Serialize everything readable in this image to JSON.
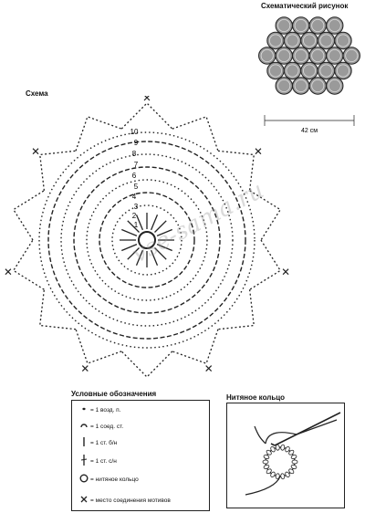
{
  "schematic": {
    "title": "Схематический рисунок",
    "width_label": "42 см"
  },
  "schema": {
    "title": "Схема",
    "row_numbers": [
      "1",
      "2",
      "3",
      "4",
      "5",
      "6",
      "7",
      "8",
      "9",
      "10"
    ]
  },
  "legend": {
    "title": "Условные обозначения",
    "items": [
      {
        "icon": "chain-stitch-icon",
        "text": "= 1 возд. п."
      },
      {
        "icon": "slip-stitch-icon",
        "text": "= 1 соед. ст."
      },
      {
        "icon": "single-crochet-icon",
        "text": "= 1 ст. б/н"
      },
      {
        "icon": "double-crochet-icon",
        "text": "= 1 ст. с/н"
      },
      {
        "icon": "thread-ring-icon",
        "text": "= нитяное кольцо"
      },
      {
        "icon": "join-point-icon",
        "text": "= место соединения мотивов"
      }
    ]
  },
  "thread_ring": {
    "title": "Нитяное кольцо"
  },
  "watermark": "vse-sama.ru",
  "colors": {
    "line": "#222222",
    "motif_fill": "#9a9a9a"
  }
}
